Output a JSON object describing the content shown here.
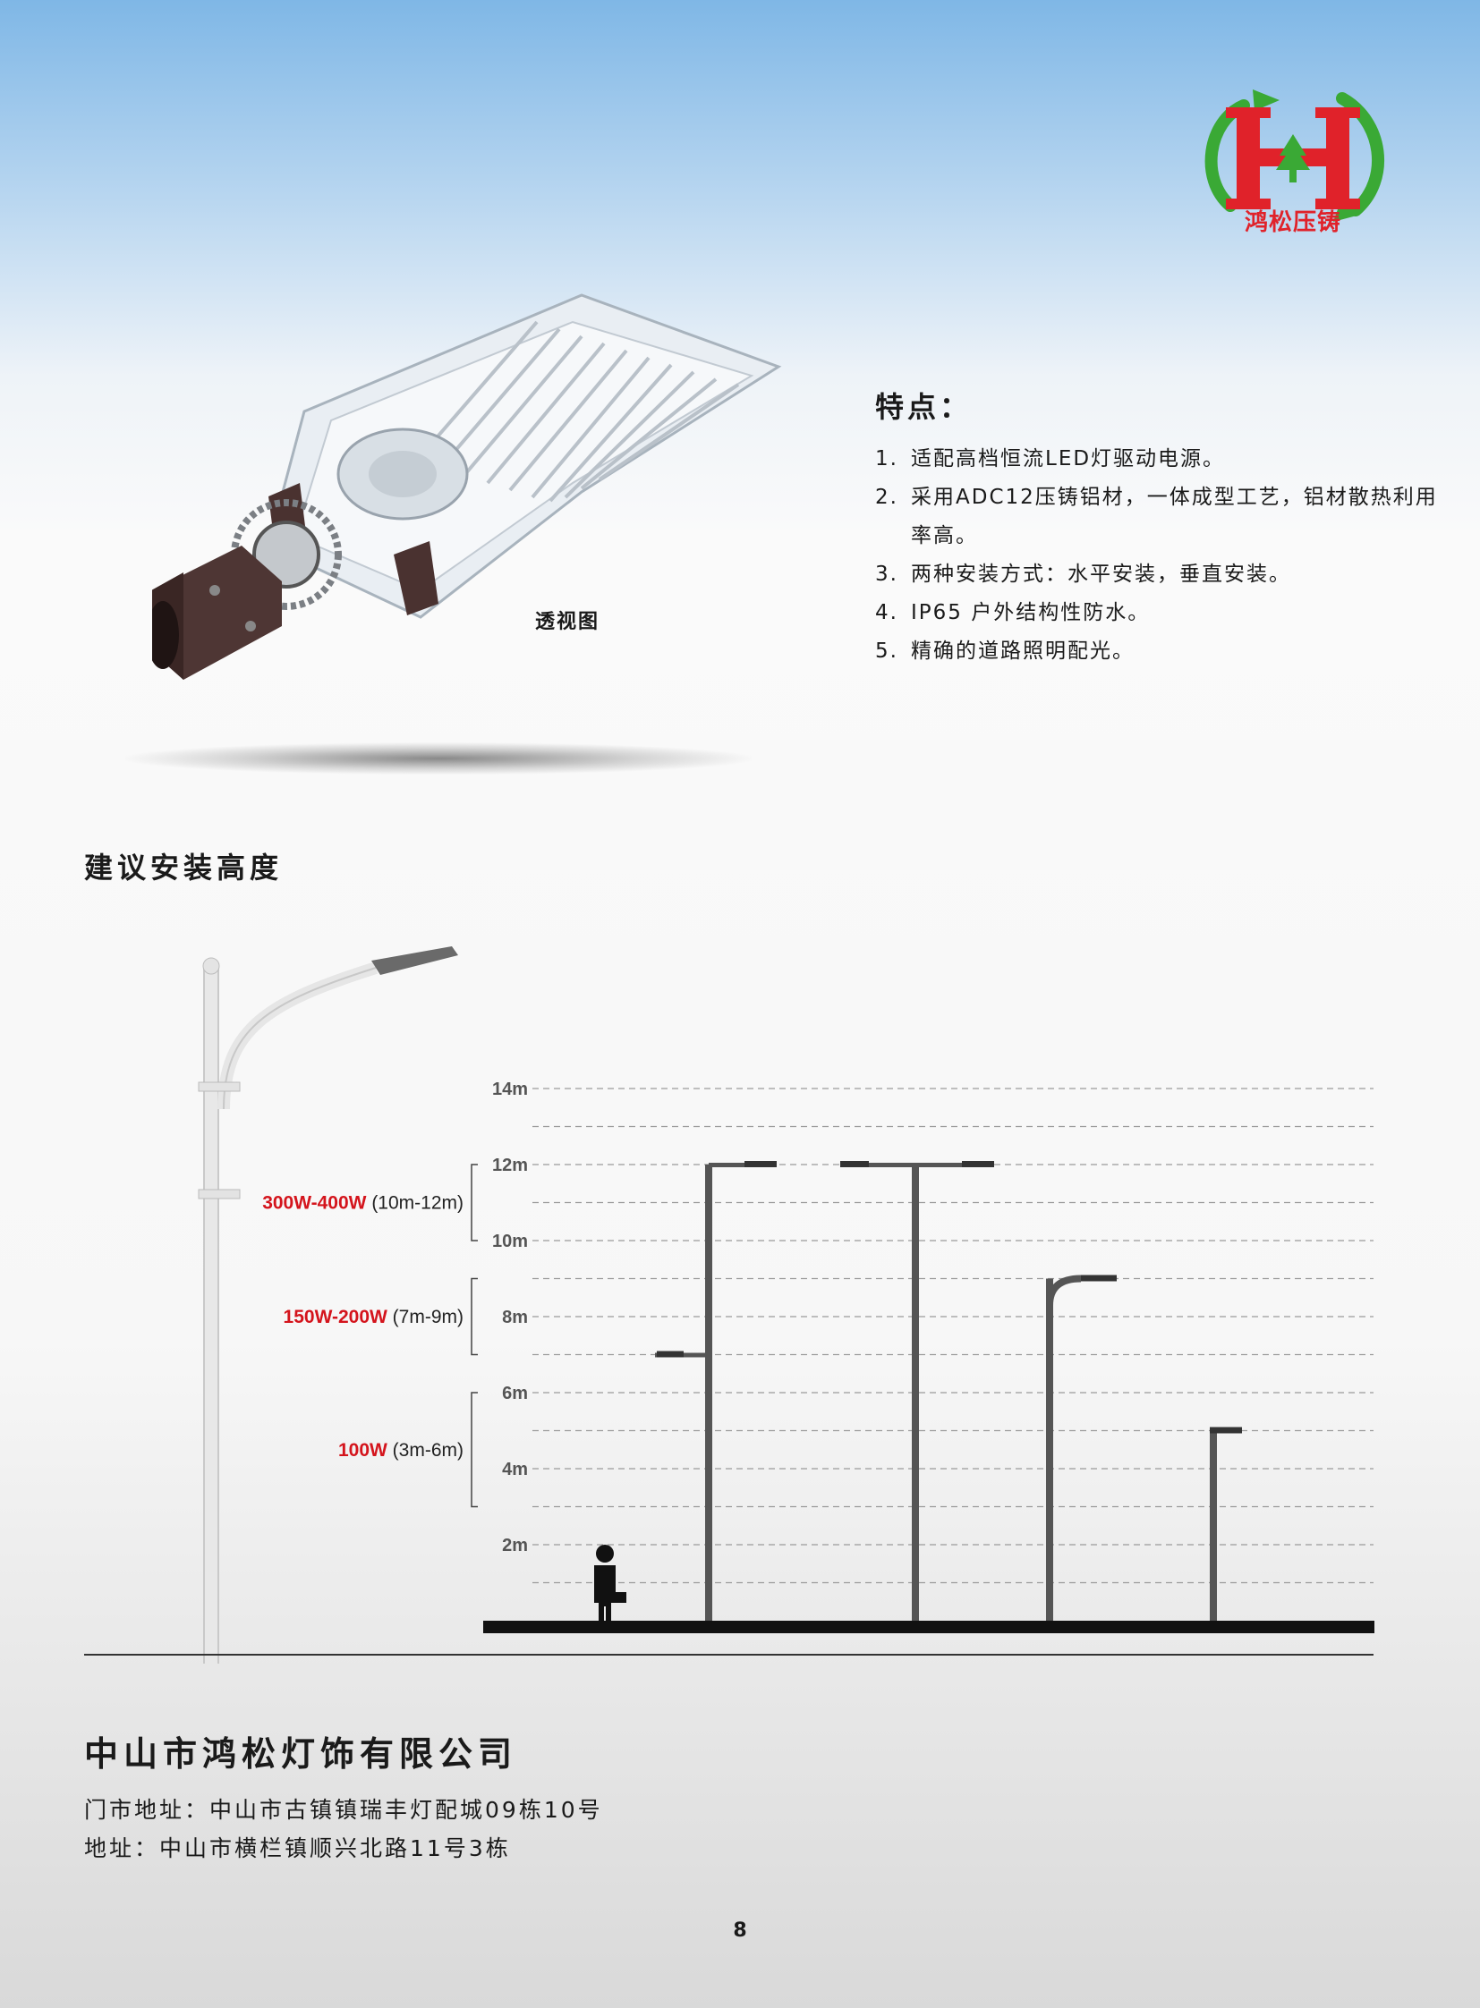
{
  "logo": {
    "text": "鸿松压铸",
    "colors": {
      "letter": "#e0222a",
      "ring": "#3aa935"
    }
  },
  "product": {
    "caption": "透视图"
  },
  "features": {
    "title": "特点：",
    "items": [
      {
        "num": "1.",
        "text": "适配高档恒流LED灯驱动电源。"
      },
      {
        "num": "2.",
        "text": "采用ADC12压铸铝材，一体成型工艺，铝材散热利用率高。"
      },
      {
        "num": "3.",
        "text": "两种安装方式：水平安装，垂直安装。"
      },
      {
        "num": "4.",
        "text": "IP65 户外结构性防水。"
      },
      {
        "num": "5.",
        "text": "精确的道路照明配光。"
      }
    ]
  },
  "section": {
    "title": "建议安装高度"
  },
  "chart_data": {
    "type": "diagram",
    "y_ticks": [
      "2m",
      "4m",
      "6m",
      "8m",
      "10m",
      "12m",
      "14m"
    ],
    "y_values": [
      2,
      4,
      6,
      8,
      10,
      12,
      14
    ],
    "ylim": [
      0,
      14
    ],
    "grid": "dashed, every 1m",
    "ranges": [
      {
        "power": "300W-400W",
        "height": "(10m-12m)",
        "from": 10,
        "to": 12
      },
      {
        "power": "150W-200W",
        "height": "(7m-9m)",
        "from": 7,
        "to": 9
      },
      {
        "power": "100W",
        "height": "(3m-6m)",
        "from": 3,
        "to": 6
      }
    ],
    "poles": [
      {
        "height": 12,
        "arms": "right",
        "lower_arm": 7
      },
      {
        "height": 12,
        "arms": "both"
      },
      {
        "height": 9,
        "arms": "curved"
      },
      {
        "height": 5,
        "arms": "short"
      }
    ],
    "colors": {
      "power": "#d4141c",
      "pole": "#555555",
      "ground": "#111111"
    }
  },
  "company": {
    "name": "中山市鸿松灯饰有限公司",
    "address_store": "门市地址：中山市古镇镇瑞丰灯配城09栋10号",
    "address": "地址：中山市横栏镇顺兴北路11号3栋"
  },
  "page": {
    "number": "8"
  }
}
